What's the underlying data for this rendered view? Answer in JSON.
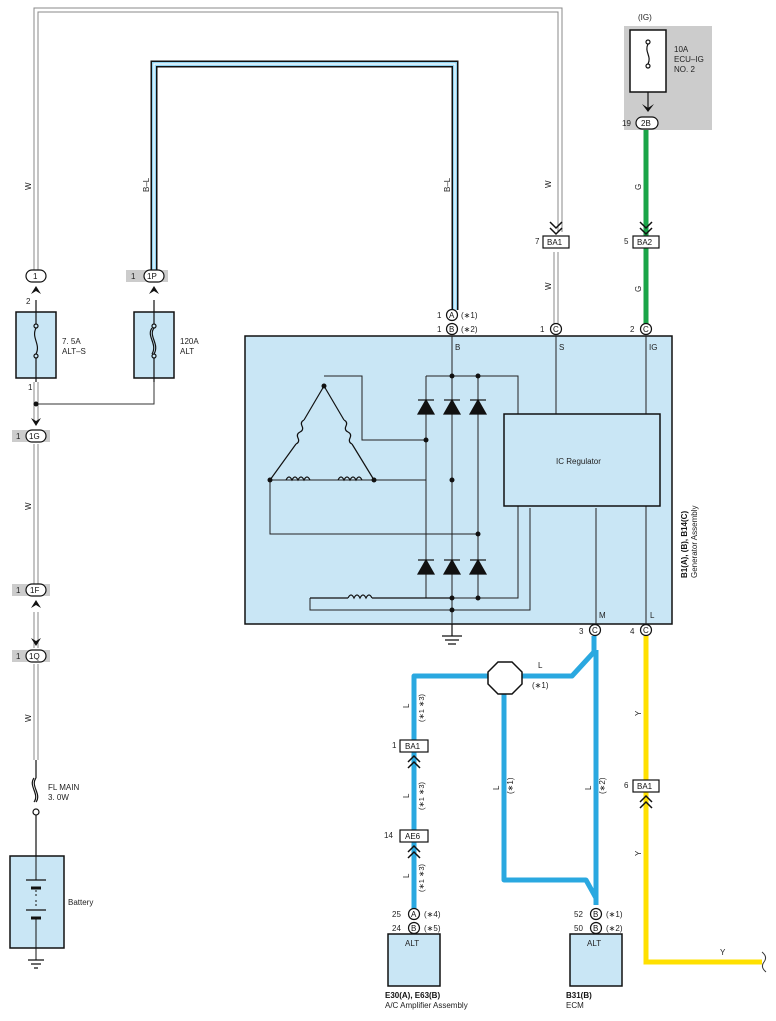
{
  "wire_colors": {
    "white": "W",
    "blue_white": "B–L",
    "green": "G",
    "yellow": "Y",
    "blue": "L"
  },
  "colors": {
    "component_fill": "#c9e6f5",
    "grey_fill": "#cccccc",
    "blue_wire": "#2aa8e0",
    "green_wire": "#1aa548",
    "yellow_wire": "#ffe000"
  },
  "ig": {
    "label": "(IG)",
    "fuse": "10A",
    "fuse_name_1": "ECU–IG",
    "fuse_name_2": "NO. 2",
    "pin": "19",
    "conn": "2B"
  },
  "fuses": {
    "alt_s_rating": "7. 5A",
    "alt_s_name": "ALT–S",
    "alt_rating": "120A",
    "alt_name": "ALT",
    "fl_main_1": "FL MAIN",
    "fl_main_2": "3. 0W"
  },
  "connectors": {
    "c1_pin": "1",
    "c1_top": "1",
    "c1_pin_below": "2",
    "c1_bottom_pin": "1",
    "c1p_pin": "1",
    "c1p": "1P",
    "c1g_pin": "1",
    "c1g": "1G",
    "c1f_pin": "1",
    "c1f": "1F",
    "c1q_pin": "1",
    "c1q": "1Q",
    "ba1_top_pin": "7",
    "ba1_top": "BA1",
    "ba2_pin": "5",
    "ba2": "BA2",
    "ba1_left_pin": "1",
    "ba1_left": "BA1",
    "ae6_pin": "14",
    "ae6": "AE6",
    "ba1_right_pin": "6",
    "ba1_right": "BA1"
  },
  "generator": {
    "pin_a_num": "1",
    "pin_a": "A",
    "pin_a_note": "(∗1)",
    "pin_b_num": "1",
    "pin_b": "B",
    "pin_b_note": "(∗2)",
    "pin_s_num": "1",
    "pin_s": "C",
    "pin_ig_num": "2",
    "pin_ig": "C",
    "term_b": "B",
    "term_s": "S",
    "term_ig": "IG",
    "term_m": "M",
    "term_l": "L",
    "pin_m_num": "3",
    "pin_m": "C",
    "pin_l_num": "4",
    "pin_l": "C",
    "regulator": "IC Regulator",
    "code": "B1(A), (B), B14(C)",
    "name": "Generator Assembly"
  },
  "wire_notes": {
    "l_branch": "L",
    "l_branch_note": "(∗1)",
    "left_l": "L",
    "left_note": "(∗1 ∗3)",
    "mid_l": "L",
    "mid_note": "(∗1)",
    "right_l": "L",
    "right_note": "(∗2)"
  },
  "ac_amp": {
    "pin_a_num": "25",
    "pin_a": "A",
    "pin_a_note": "(∗4)",
    "pin_b_num": "24",
    "pin_b": "B",
    "pin_b_note": "(∗5)",
    "label": "ALT",
    "code": "E30(A), E63(B)",
    "name": "A/C Amplifier Assembly"
  },
  "ecm": {
    "pin_1_num": "52",
    "pin_1": "B",
    "pin_1_note": "(∗1)",
    "pin_2_num": "50",
    "pin_2": "B",
    "pin_2_note": "(∗2)",
    "label": "ALT",
    "code": "B31(B)",
    "name": "ECM"
  },
  "battery": {
    "name": "Battery"
  }
}
